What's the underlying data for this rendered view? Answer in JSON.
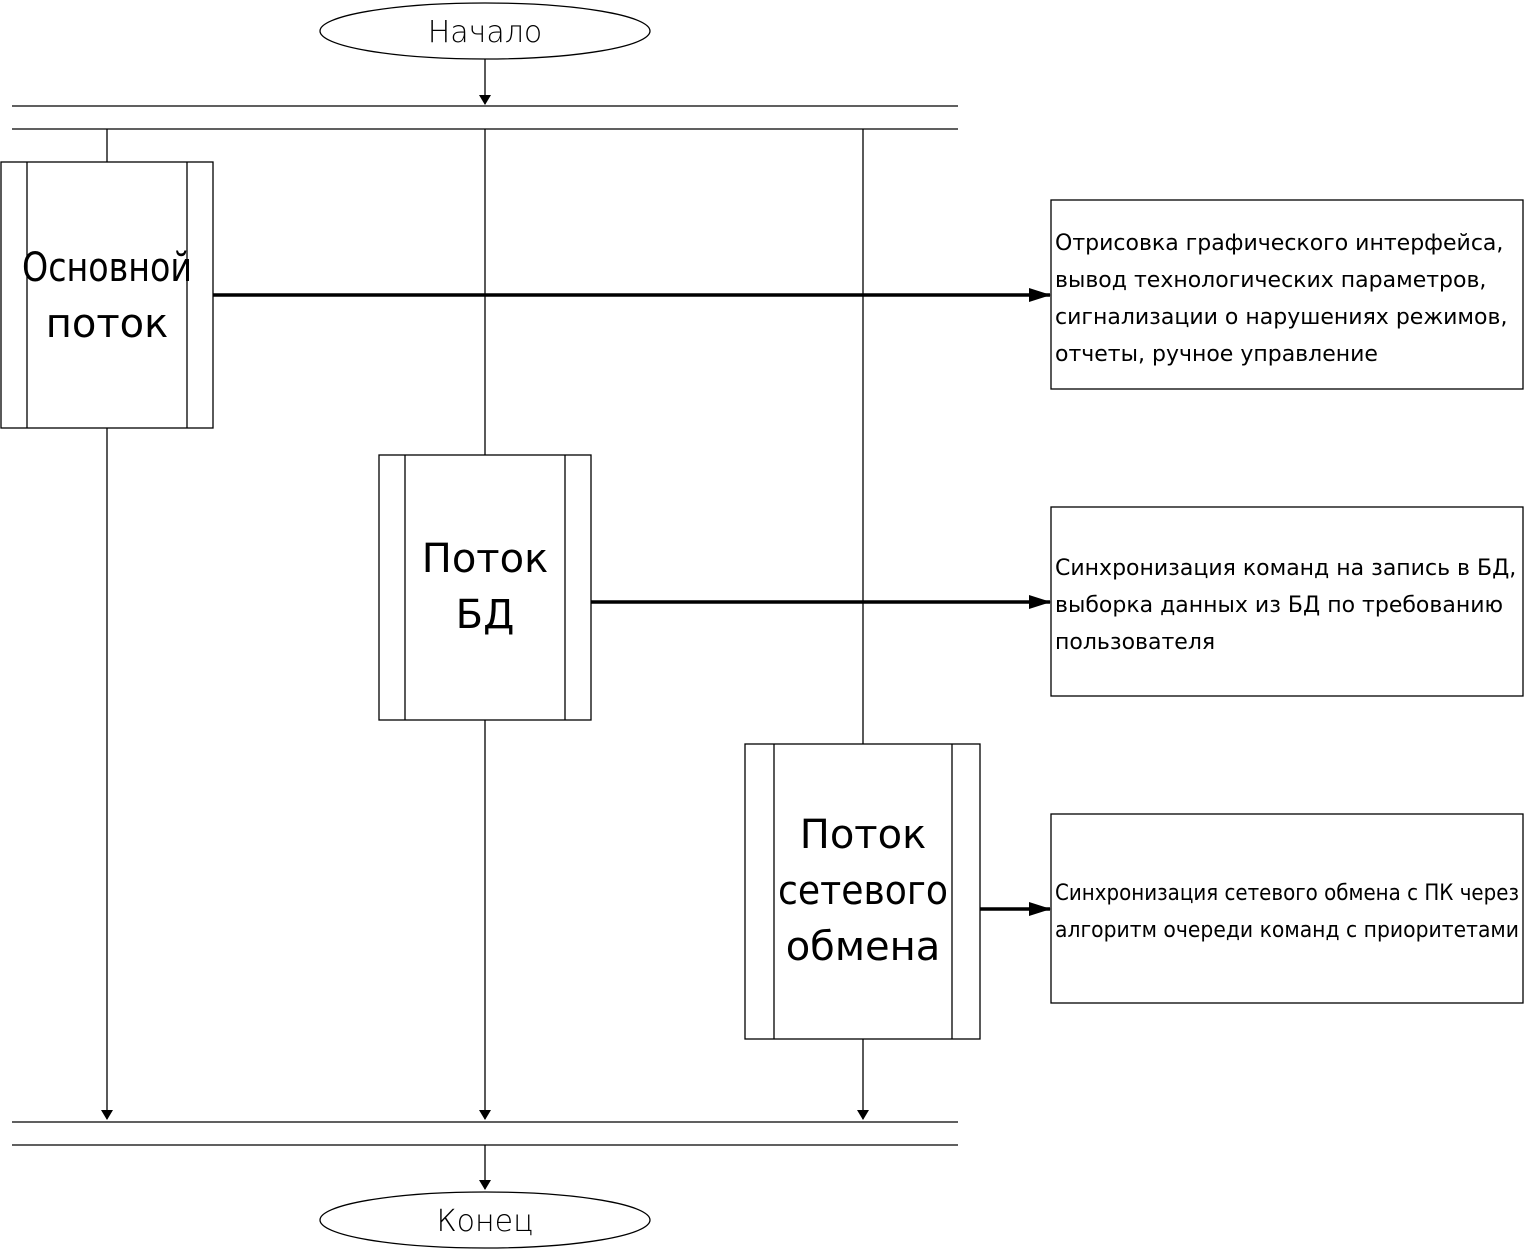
{
  "start": {
    "label": "Начало"
  },
  "end": {
    "label": "Конец"
  },
  "threads": [
    {
      "name_lines": [
        "Основной",
        "поток"
      ],
      "description_lines": [
        "Отрисовка графического интерфейса,",
        "вывод технологических параметров,",
        "сигнализации о нарушениях режимов,",
        "отчеты, ручное управление"
      ]
    },
    {
      "name_lines": [
        "Поток",
        "БД"
      ],
      "description_lines": [
        "Синхронизация команд на запись в БД,",
        "выборка данных из БД по требованию",
        "пользователя"
      ]
    },
    {
      "name_lines": [
        "Поток",
        "сетевого",
        "обмена"
      ],
      "description_lines": [
        "Синхронизация сетевого обмена с ПК через",
        "алгоритм очереди команд с приоритетами"
      ]
    }
  ]
}
